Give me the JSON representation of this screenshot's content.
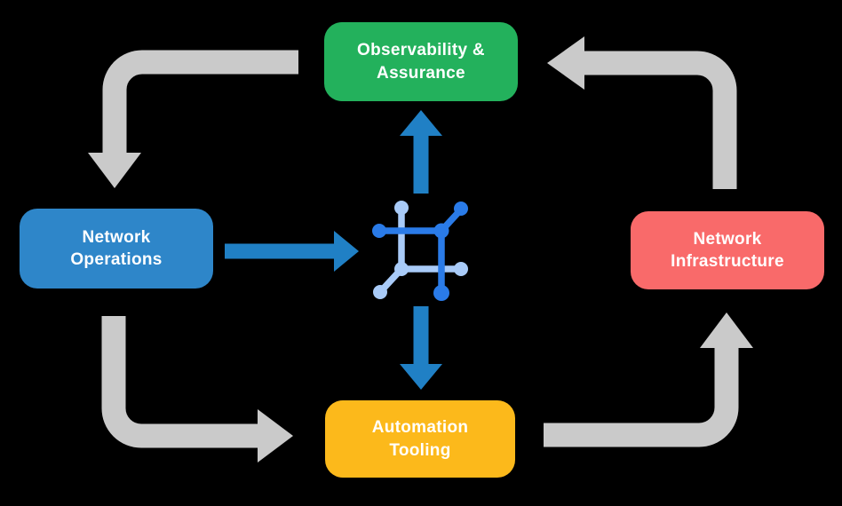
{
  "background_color": "#000000",
  "nodes": {
    "observability": {
      "label": "Observability &\nAssurance",
      "color": "#23B15C",
      "text_color": "#FFFFFF"
    },
    "operations": {
      "label": "Network\nOperations",
      "color": "#2E86C9",
      "text_color": "#FFFFFF"
    },
    "infrastructure": {
      "label": "Network\nInfrastructure",
      "color": "#F96A6A",
      "text_color": "#FFFFFF"
    },
    "automation": {
      "label": "Automation\nTooling",
      "color": "#FCB91B",
      "text_color": "#FFFFFF"
    }
  },
  "arrows": {
    "cycle_color": "#CACACA",
    "flow_color": "#2080C5"
  },
  "center_icon": {
    "name": "network-nodes-icon",
    "dark_color": "#2A7BE8",
    "light_color": "#A9CBF8"
  }
}
